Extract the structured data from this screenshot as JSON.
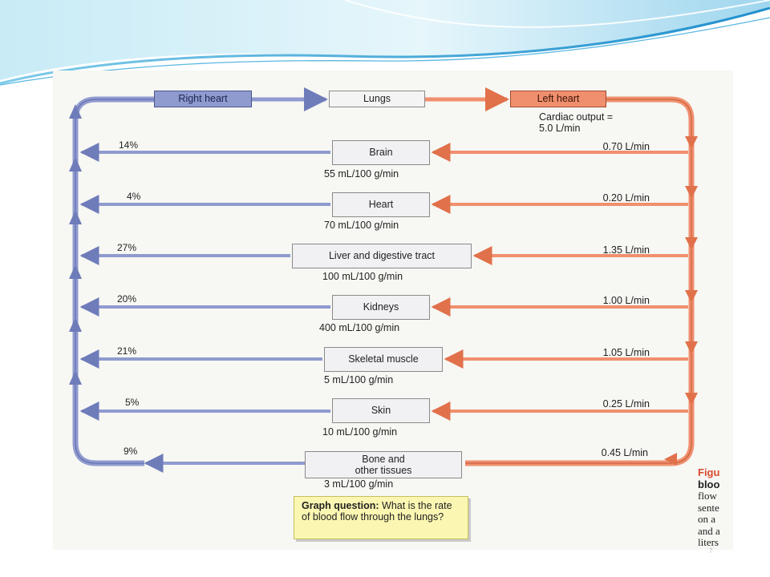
{
  "colors": {
    "accent": "#2aa0d8",
    "header_light": "#bde4f3",
    "venous_blue": "#8f9bcf",
    "arterial_orange": "#f08f6e",
    "question_yellow": "#fbf7b2",
    "figure_label_red": "#d64a2e"
  },
  "diagram": {
    "top_boxes": {
      "right_heart": "Right heart",
      "lungs": "Lungs",
      "left_heart": "Left heart"
    },
    "cardiac_output": [
      "Cardiac output =",
      "5.0 L/min"
    ],
    "organs": [
      {
        "name": "Brain",
        "percent": "14%",
        "flow": "0.70 L/min",
        "rate": "55 mL/100 g/min"
      },
      {
        "name": "Heart",
        "percent": "4%",
        "flow": "0.20 L/min",
        "rate": "70 mL/100 g/min"
      },
      {
        "name": "Liver and digestive tract",
        "percent": "27%",
        "flow": "1.35 L/min",
        "rate": "100 mL/100 g/min"
      },
      {
        "name": "Kidneys",
        "percent": "20%",
        "flow": "1.00 L/min",
        "rate": "400 mL/100 g/min"
      },
      {
        "name": "Skeletal muscle",
        "percent": "21%",
        "flow": "1.05 L/min",
        "rate": "5 mL/100 g/min"
      },
      {
        "name": "Skin",
        "percent": "5%",
        "flow": "0.25 L/min",
        "rate": "10 mL/100 g/min"
      },
      {
        "name": "Bone and\nother tissues",
        "percent": "9%",
        "flow": "0.45 L/min",
        "rate": "3 mL/100 g/min"
      }
    ],
    "question": {
      "label": "Graph question:",
      "text": "What is the rate of blood flow through the lungs?"
    },
    "caption": {
      "figure_label": "Figu",
      "lines": [
        "bloo",
        "flow",
        "sente",
        "on a",
        "and a",
        "liters"
      ]
    }
  },
  "page_number": "7"
}
